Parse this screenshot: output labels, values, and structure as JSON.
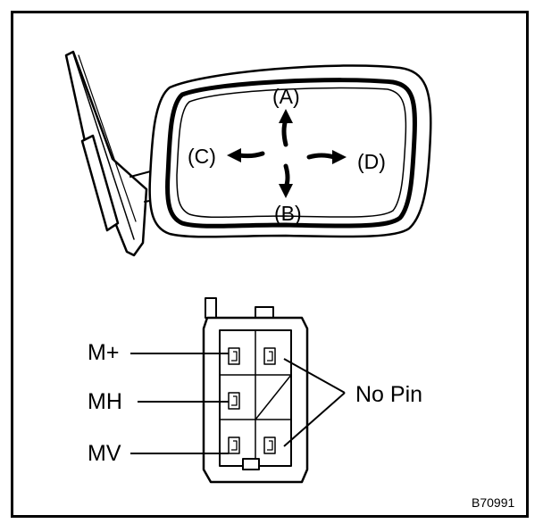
{
  "mirror": {
    "directions": {
      "up": "(A)",
      "down": "(B)",
      "left": "(C)",
      "right": "(D)"
    }
  },
  "connector": {
    "terminals": {
      "m_plus": "M+",
      "mh": "MH",
      "mv": "MV"
    },
    "no_pin": "No Pin"
  },
  "figure_code": "B70991"
}
